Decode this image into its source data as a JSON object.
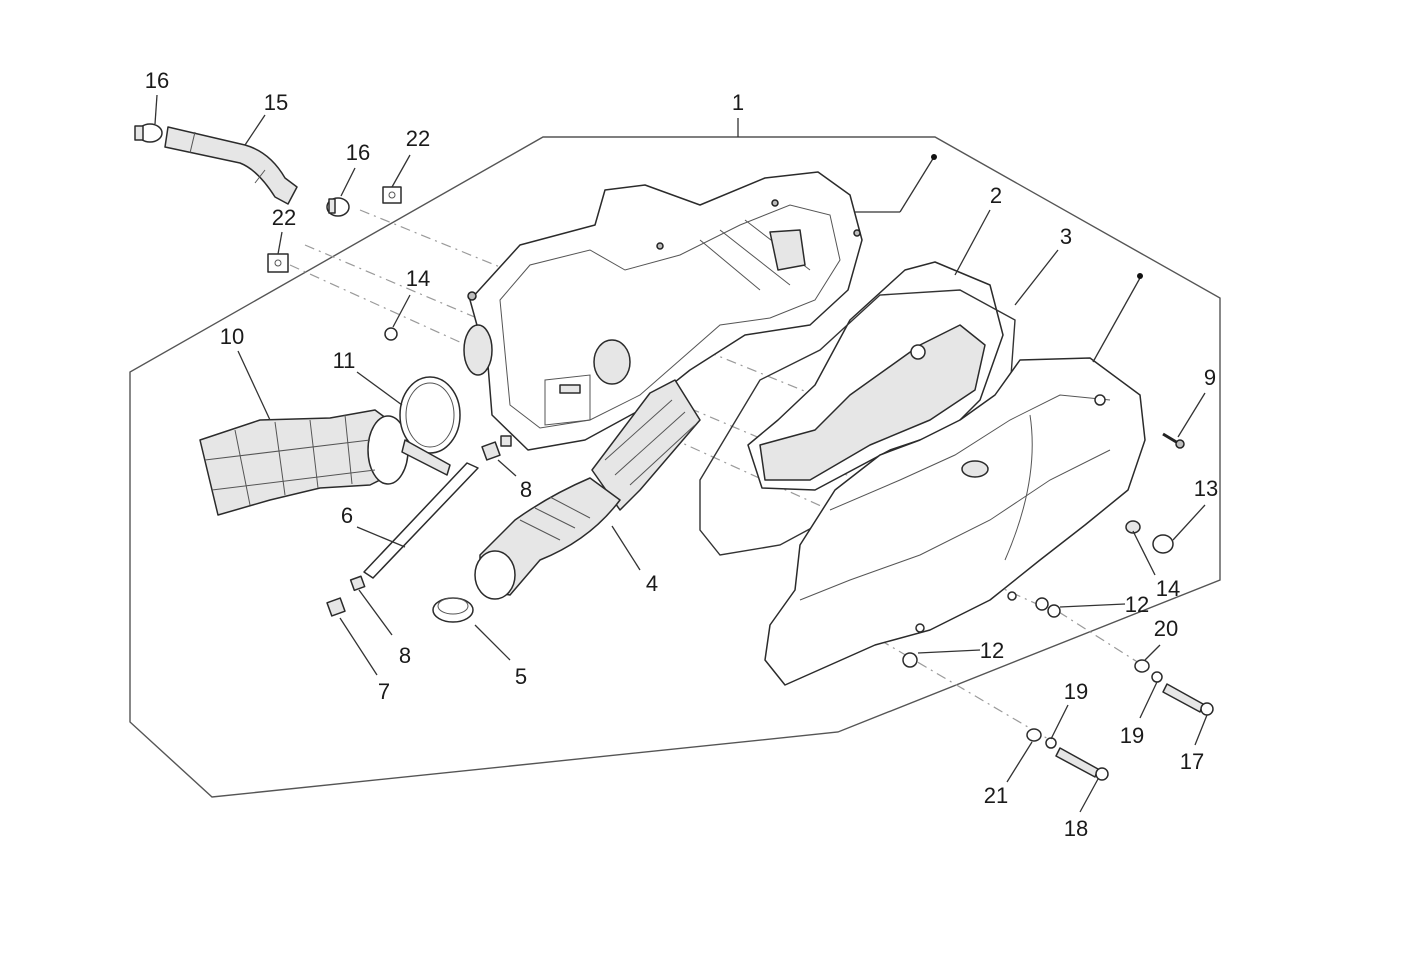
{
  "callouts": [
    {
      "id": "c1",
      "text": "1"
    },
    {
      "id": "c2",
      "text": "2"
    },
    {
      "id": "c3",
      "text": "3"
    },
    {
      "id": "c4",
      "text": "4"
    },
    {
      "id": "c5",
      "text": "5"
    },
    {
      "id": "c6",
      "text": "6"
    },
    {
      "id": "c7",
      "text": "7"
    },
    {
      "id": "c8a",
      "text": "8"
    },
    {
      "id": "c8b",
      "text": "8"
    },
    {
      "id": "c9",
      "text": "9"
    },
    {
      "id": "c10",
      "text": "10"
    },
    {
      "id": "c11",
      "text": "11"
    },
    {
      "id": "c12a",
      "text": "12"
    },
    {
      "id": "c12b",
      "text": "12"
    },
    {
      "id": "c13",
      "text": "13"
    },
    {
      "id": "c14a",
      "text": "14"
    },
    {
      "id": "c14b",
      "text": "14"
    },
    {
      "id": "c15",
      "text": "15"
    },
    {
      "id": "c16a",
      "text": "16"
    },
    {
      "id": "c16b",
      "text": "16"
    },
    {
      "id": "c17",
      "text": "17"
    },
    {
      "id": "c18",
      "text": "18"
    },
    {
      "id": "c19a",
      "text": "19"
    },
    {
      "id": "c19b",
      "text": "19"
    },
    {
      "id": "c20",
      "text": "20"
    },
    {
      "id": "c21",
      "text": "21"
    },
    {
      "id": "c22a",
      "text": "22"
    },
    {
      "id": "c22b",
      "text": "22"
    }
  ]
}
